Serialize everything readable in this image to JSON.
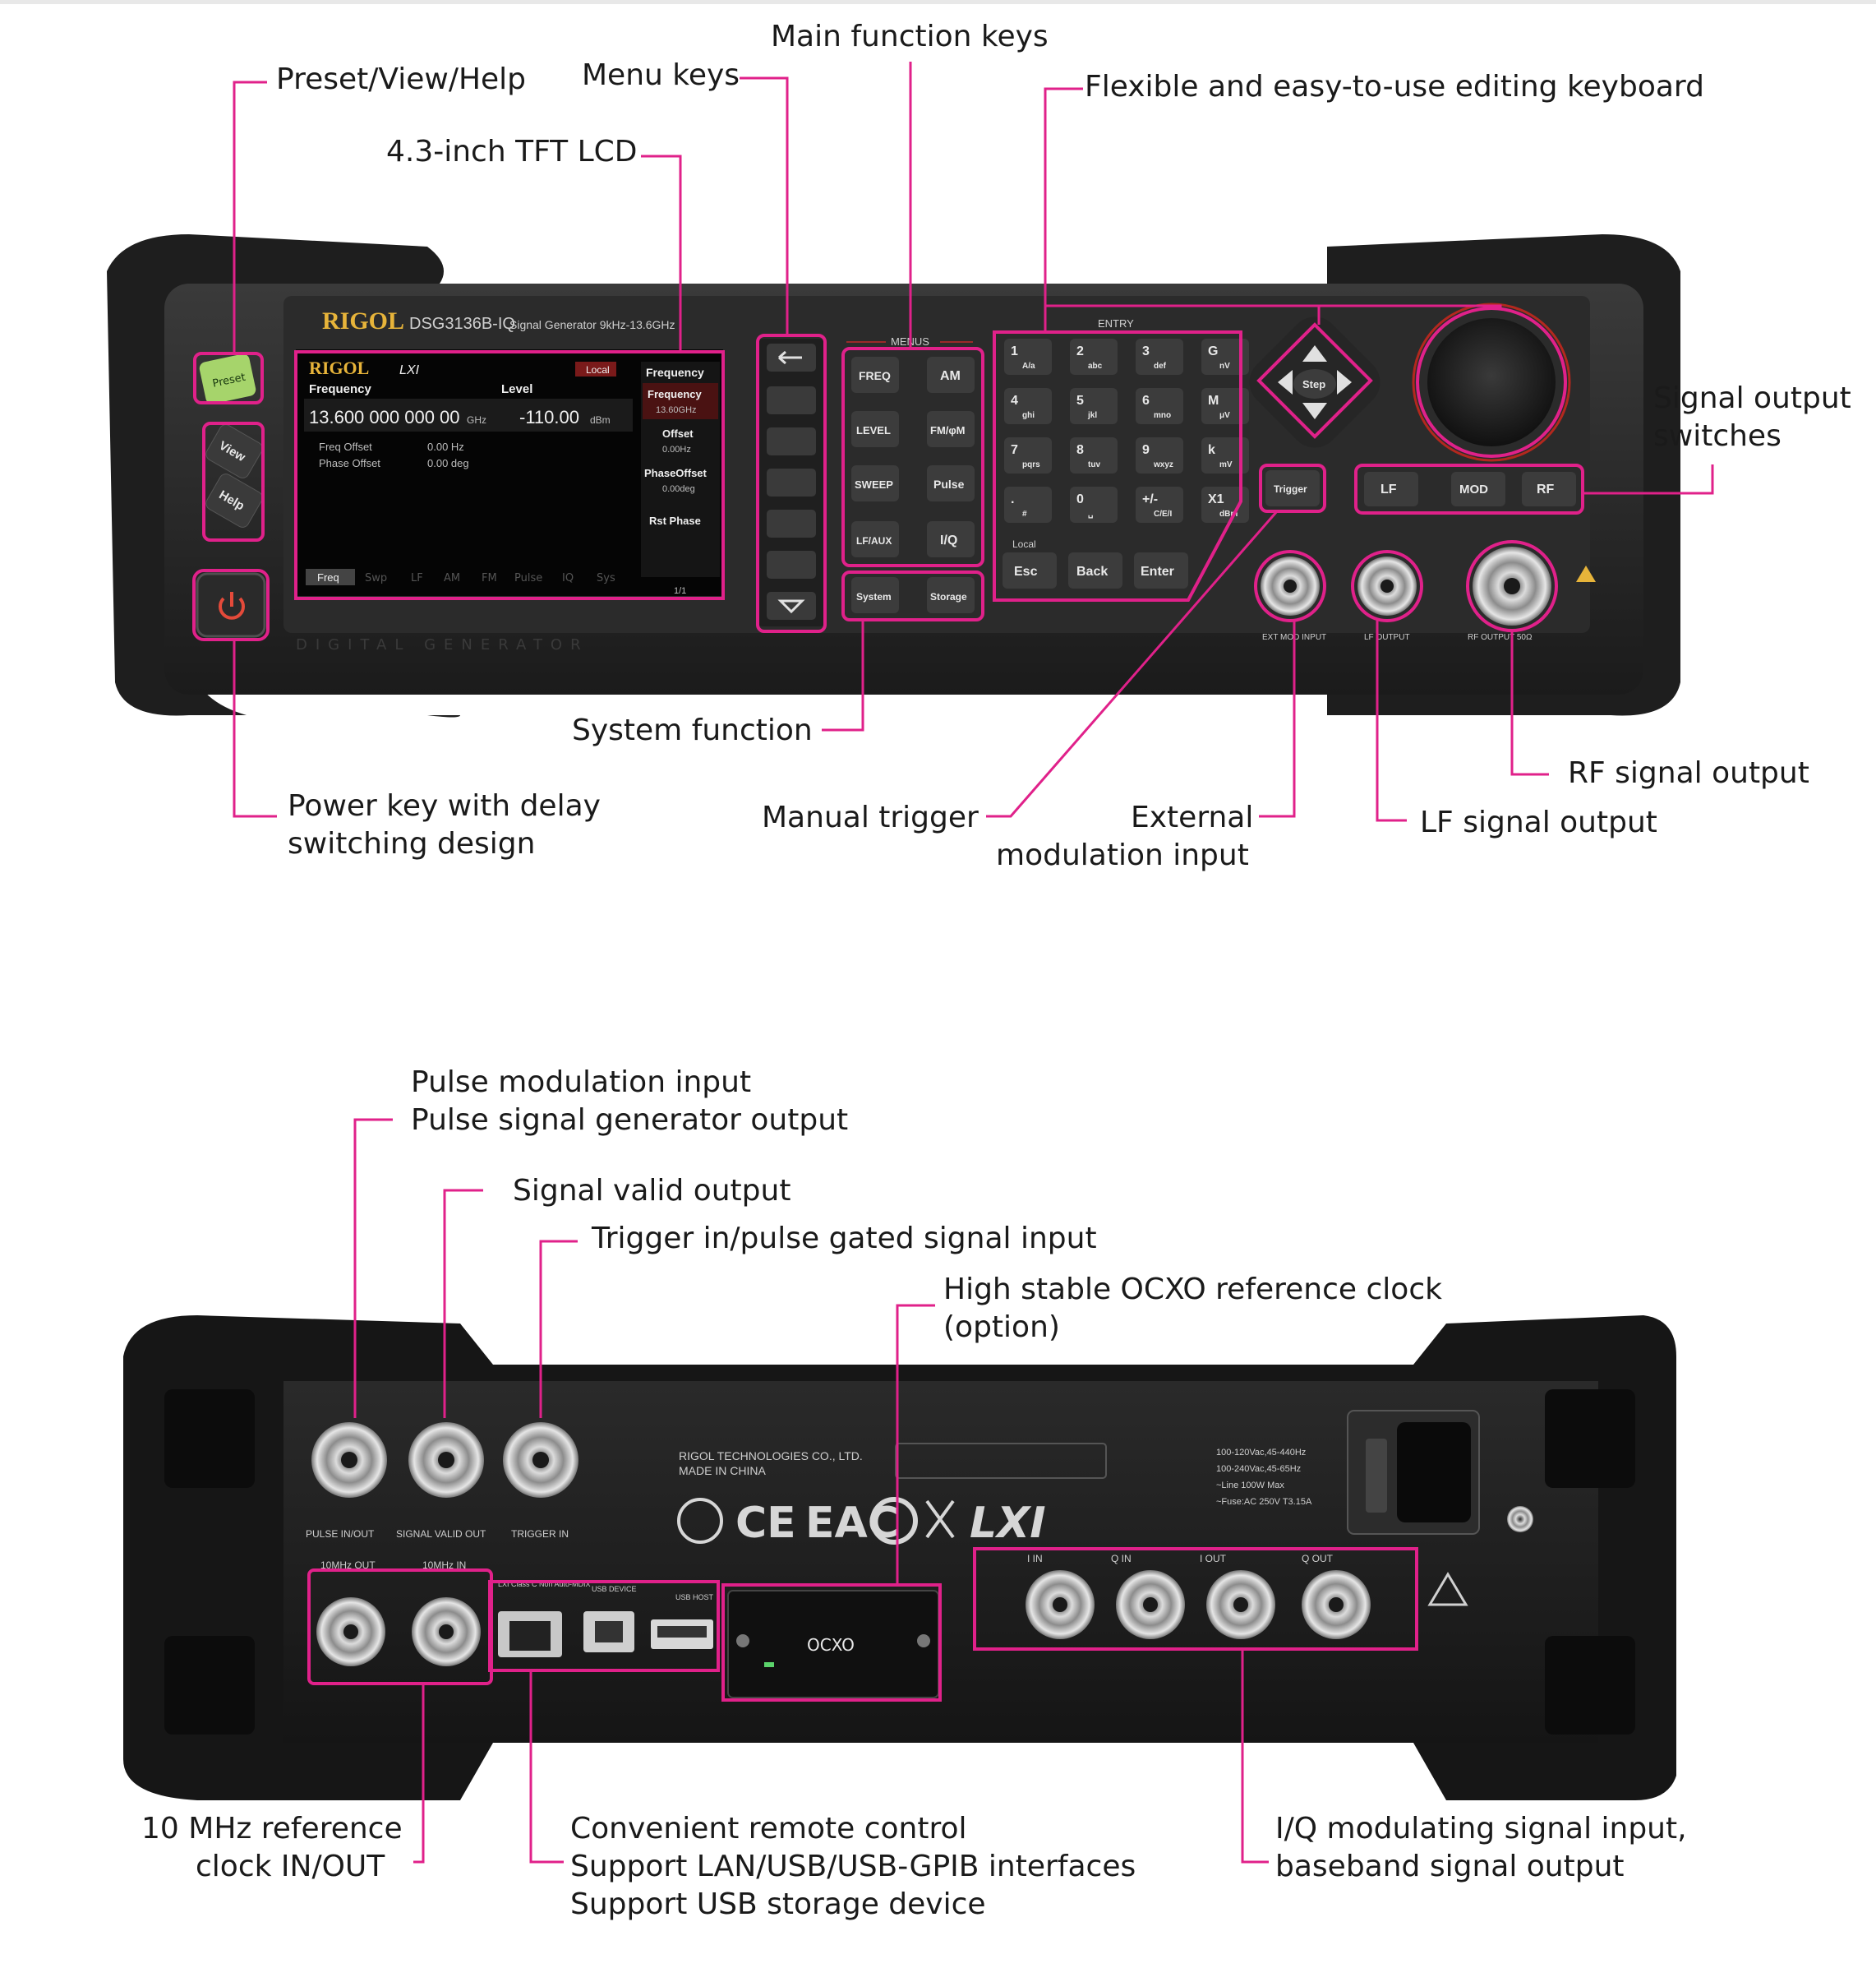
{
  "annotations": {
    "main_function_keys": "Main function keys",
    "preset_view_help": "Preset/View/Help",
    "menu_keys": "Menu keys",
    "editing_keyboard": "Flexible and easy-to-use editing keyboard",
    "lcd": "4.3-inch TFT LCD",
    "signal_output_switches": [
      "Signal output",
      "switches"
    ],
    "system_function": "System function",
    "power_key": [
      "Power key with delay",
      "switching design"
    ],
    "manual_trigger": "Manual trigger",
    "external_modulation_input": [
      "External",
      "modulation input"
    ],
    "rf_signal_output": "RF signal output",
    "lf_signal_output": "LF signal output",
    "pulse": [
      "Pulse modulation input",
      "Pulse signal generator output"
    ],
    "signal_valid_output": "Signal valid output",
    "trigger_in": "Trigger in/pulse gated signal input",
    "ocxo": [
      "High stable OCXO reference clock",
      "(option)"
    ],
    "ref_clock": [
      "10 MHz reference",
      "clock IN/OUT"
    ],
    "remote_control": [
      "Convenient remote control",
      "Support LAN/USB/USB-GPIB interfaces",
      "Support USB storage device"
    ],
    "iq": [
      "I/Q modulating signal input,",
      "baseband signal output"
    ]
  },
  "front_panel": {
    "brand": "RIGOL",
    "model": "DSG3136B-IQ",
    "model_desc": "Signal Generator 9kHz-13.6GHz",
    "screen": {
      "logo": "RIGOL",
      "lxi": "LXI",
      "local": "Local",
      "col_frequency": "Frequency",
      "col_level": "Level",
      "frequency_value": "13.600 000 000 00",
      "frequency_unit": "GHz",
      "level_value": "-110.00",
      "level_unit": "dBm",
      "rows": [
        {
          "label": "Freq Offset",
          "value": "0.00 Hz"
        },
        {
          "label": "Phase Offset",
          "value": "0.00 deg"
        }
      ],
      "softkeys": [
        {
          "label": "Frequency",
          "value": ""
        },
        {
          "label": "Frequency",
          "value": "13.60GHz"
        },
        {
          "label": "Offset",
          "value": "0.00Hz"
        },
        {
          "label": "PhaseOffset",
          "value": "0.00deg"
        },
        {
          "label": "Rst Phase",
          "value": ""
        }
      ],
      "tabs": [
        "Freq",
        "Swp",
        "LF",
        "AM",
        "FM",
        "Pulse",
        "IQ",
        "Sys"
      ],
      "page": "1/1"
    },
    "left_keys": [
      "Preset",
      "View",
      "Help"
    ],
    "menus_label": "MENUS",
    "menu_keys": [
      "FREQ",
      "AM",
      "LEVEL",
      "FM/φM",
      "SWEEP",
      "Pulse",
      "LF/AUX",
      "I/Q"
    ],
    "system_keys": [
      "System",
      "Storage"
    ],
    "entry_label": "ENTRY",
    "keypad": [
      {
        "main": "1",
        "sub": "A/a"
      },
      {
        "main": "2",
        "sub": "abc"
      },
      {
        "main": "3",
        "sub": "def"
      },
      {
        "main": "G",
        "sub": "nV"
      },
      {
        "main": "4",
        "sub": "ghi"
      },
      {
        "main": "5",
        "sub": "jkl"
      },
      {
        "main": "6",
        "sub": "mno"
      },
      {
        "main": "M",
        "sub": "μV"
      },
      {
        "main": "7",
        "sub": "pqrs"
      },
      {
        "main": "8",
        "sub": "tuv"
      },
      {
        "main": "9",
        "sub": "wxyz"
      },
      {
        "main": "k",
        "sub": "mV"
      },
      {
        "main": ".",
        "sub": "#"
      },
      {
        "main": "0",
        "sub": "␣"
      },
      {
        "main": "+/-",
        "sub": "C/E/I"
      },
      {
        "main": "X1",
        "sub": "dBm"
      }
    ],
    "local_label": "Local",
    "entry_keys": [
      "Esc",
      "Back",
      "Enter"
    ],
    "step_label": "Step",
    "trigger_key": "Trigger",
    "output_keys": [
      "LF",
      "MOD",
      "RF"
    ],
    "connectors": [
      "EXT MOD INPUT",
      "LF OUTPUT",
      "RF OUTPUT 50Ω"
    ],
    "silkscreen": "DIGITAL GENERATOR"
  },
  "rear_panel": {
    "company": "RIGOL TECHNOLOGIES CO., LTD.",
    "made_in": "MADE IN CHINA",
    "power_specs": [
      "100-120Vac,45-440Hz",
      "100-240Vac,45-65Hz",
      "~Line 100W Max",
      "~Fuse:AC 250V T3.15A"
    ],
    "top_bnc": [
      "PULSE IN/OUT",
      "SIGNAL VALID OUT",
      "TRIGGER IN"
    ],
    "ref_bnc": [
      "10MHz OUT",
      "10MHz IN"
    ],
    "lan_label": "LXI Class C Non Auto-MDIX",
    "usb_device": "USB DEVICE",
    "usb_host": "USB HOST",
    "ocxo_label": "OCXO",
    "iq_bnc": [
      "I IN",
      "Q IN",
      "I OUT",
      "Q OUT"
    ],
    "lxi": "LXI",
    "ce": "CE",
    "eac": "EAC"
  }
}
